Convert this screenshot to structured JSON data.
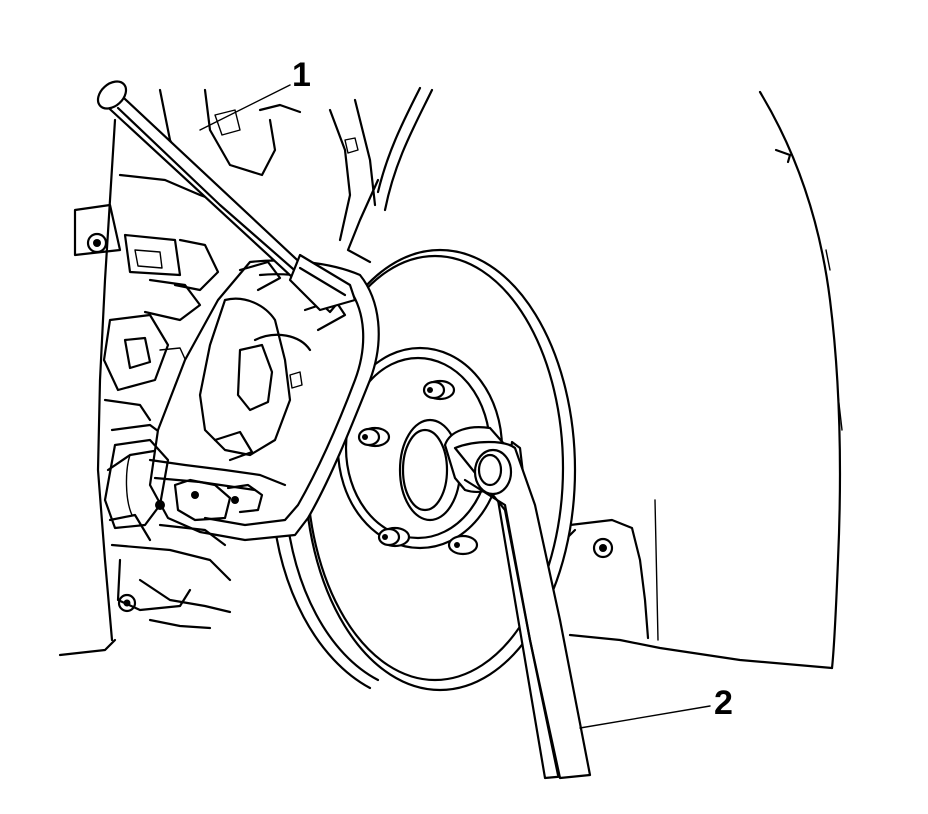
{
  "callouts": [
    {
      "label": "1",
      "part": "pry-bar"
    },
    {
      "label": "2",
      "part": "wrench"
    }
  ]
}
